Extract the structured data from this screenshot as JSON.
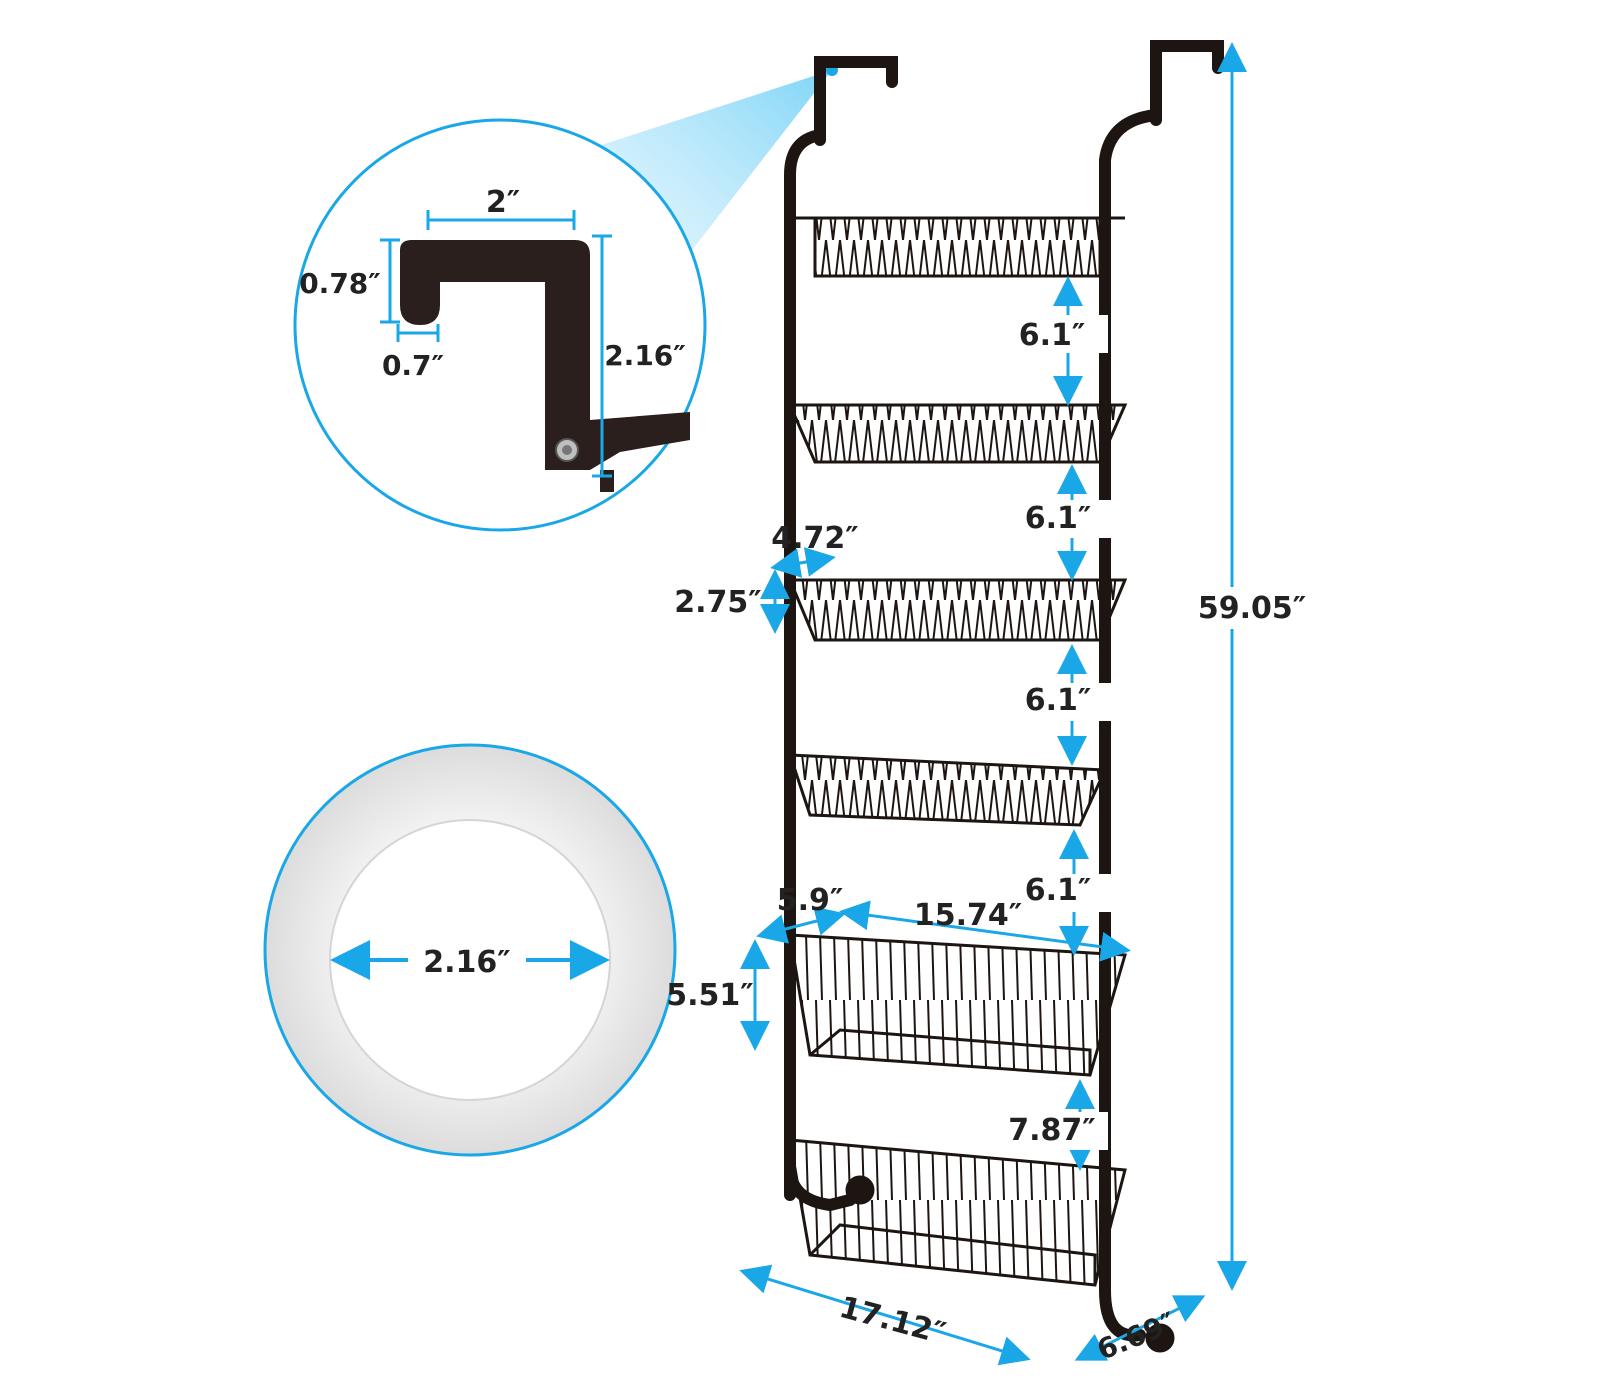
{
  "colors": {
    "accent": "#1aa7e8",
    "metal": "#1c1512",
    "circle_fill": "#ffffff",
    "pad_bg": "#ececec"
  },
  "hook_detail": {
    "width": "2″",
    "left_height": "0.78″",
    "thickness": "0.7″",
    "height": "2.16″"
  },
  "pad_detail": {
    "diameter": "2.16″"
  },
  "rack": {
    "gap_1": "6.1″",
    "gap_2": "6.1″",
    "gap_3": "6.1″",
    "gap_4": "6.1″",
    "gap_bottom": "7.87″",
    "small_basket_depth": "4.72″",
    "small_basket_height": "2.75″",
    "large_basket_depth": "5.9″",
    "large_basket_width": "15.74″",
    "large_basket_height": "5.51″",
    "total_height": "59.05″",
    "total_width": "17.12″",
    "total_depth": "6.69″"
  }
}
